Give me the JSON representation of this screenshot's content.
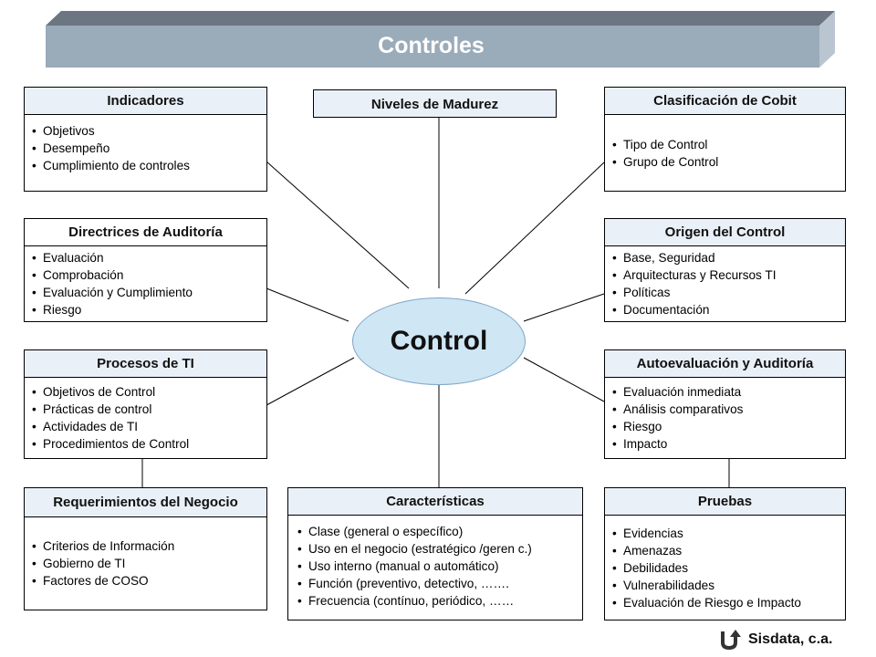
{
  "title": "Controles",
  "center": "Control",
  "boxes": {
    "indicadores": {
      "title": "Indicadores",
      "items": [
        "Objetivos",
        "Desempeño",
        "Cumplimiento de controles"
      ]
    },
    "niveles": {
      "title": "Niveles de Madurez"
    },
    "clasificacion": {
      "title": "Clasificación de Cobit",
      "items": [
        "Tipo de Control",
        "Grupo de Control"
      ]
    },
    "directrices": {
      "title": "Directrices de Auditoría",
      "items": [
        "Evaluación",
        "Comprobación",
        "Evaluación y Cumplimiento",
        "Riesgo"
      ]
    },
    "origen": {
      "title": "Origen del Control",
      "items": [
        "Base, Seguridad",
        "Arquitecturas y Recursos TI",
        "Políticas",
        "Documentación"
      ]
    },
    "procesos": {
      "title": "Procesos de TI",
      "items": [
        "Objetivos de Control",
        "Prácticas de control",
        "Actividades de TI",
        "Procedimientos de Control"
      ]
    },
    "autoevaluacion": {
      "title": "Autoevaluación y Auditoría",
      "items": [
        "Evaluación inmediata",
        "Análisis comparativos",
        "Riesgo",
        "Impacto"
      ]
    },
    "requerimientos": {
      "title": "Requerimientos del Negocio",
      "items": [
        "Criterios de Información",
        "Gobierno de TI",
        "Factores de COSO"
      ]
    },
    "caracteristicas": {
      "title": "Características",
      "items": [
        "Clase (general o específico)",
        "Uso en el negocio (estratégico /geren c.)",
        "Uso interno  (manual o automático)",
        "Función  (preventivo, detectivo, …….",
        "Frecuencia (contínuo, periódico, ……"
      ]
    },
    "pruebas": {
      "title": "Pruebas",
      "items": [
        "Evidencias",
        "Amenazas",
        "Debilidades",
        "Vulnerabilidades",
        "Evaluación de Riesgo e Impacto"
      ]
    }
  },
  "brand": {
    "label": "Sisdata, c.a.",
    "icon": "u-turn-arrow-icon"
  },
  "colors": {
    "banner": "#9aabba",
    "banner_top": "#6b7682",
    "header_fill": "#eaf0f8",
    "ellipse_fill": "#cfe6f5"
  }
}
